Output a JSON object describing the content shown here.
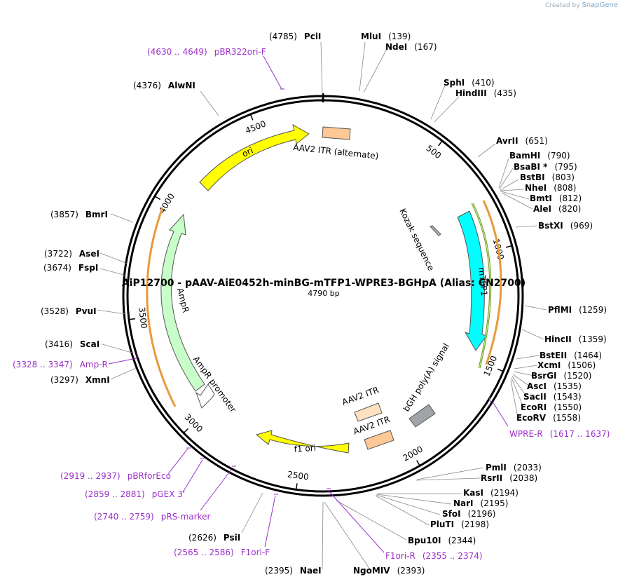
{
  "credit": {
    "prefix": "Created by",
    "brand": "SnapGene"
  },
  "title": "AiP12700 - pAAV-AiE0452h-minBG-mTFP1-WPRE3-BGHpA (Alias: CN2700)",
  "length_label": "4790 bp",
  "total_bp": 4790,
  "ticks": [
    "500",
    "1000",
    "1500",
    "2000",
    "2500",
    "3000",
    "3500",
    "4000",
    "4500"
  ],
  "sites": [
    {
      "name": "PciI",
      "pos": "(4785)",
      "side": "left"
    },
    {
      "name": "MluI",
      "pos": "(139)",
      "side": "right"
    },
    {
      "name": "NdeI",
      "pos": "(167)",
      "side": "right"
    },
    {
      "name": "SphI",
      "pos": "(410)",
      "side": "right"
    },
    {
      "name": "HindIII",
      "pos": "(435)",
      "side": "right"
    },
    {
      "name": "AvrII",
      "pos": "(651)",
      "side": "right"
    },
    {
      "name": "BamHI",
      "pos": "(790)",
      "side": "right"
    },
    {
      "name": "BsaBI *",
      "pos": "(795)",
      "side": "right"
    },
    {
      "name": "BstBI",
      "pos": "(803)",
      "side": "right"
    },
    {
      "name": "NheI",
      "pos": "(808)",
      "side": "right"
    },
    {
      "name": "BmtI",
      "pos": "(812)",
      "side": "right"
    },
    {
      "name": "AleI",
      "pos": "(820)",
      "side": "right"
    },
    {
      "name": "BstXI",
      "pos": "(969)",
      "side": "right"
    },
    {
      "name": "PflMI",
      "pos": "(1259)",
      "side": "right"
    },
    {
      "name": "HincII",
      "pos": "(1359)",
      "side": "right"
    },
    {
      "name": "BstEII",
      "pos": "(1464)",
      "side": "right"
    },
    {
      "name": "XcmI",
      "pos": "(1506)",
      "side": "right"
    },
    {
      "name": "BsrGI",
      "pos": "(1520)",
      "side": "right"
    },
    {
      "name": "AscI",
      "pos": "(1535)",
      "side": "right"
    },
    {
      "name": "SacII",
      "pos": "(1543)",
      "side": "right"
    },
    {
      "name": "EcoRI",
      "pos": "(1550)",
      "side": "right"
    },
    {
      "name": "EcoRV",
      "pos": "(1558)",
      "side": "right"
    },
    {
      "name": "PmlI",
      "pos": "(2033)",
      "side": "right"
    },
    {
      "name": "RsrII",
      "pos": "(2038)",
      "side": "right"
    },
    {
      "name": "KasI",
      "pos": "(2194)",
      "side": "right"
    },
    {
      "name": "NarI",
      "pos": "(2195)",
      "side": "right"
    },
    {
      "name": "SfoI",
      "pos": "(2196)",
      "side": "right"
    },
    {
      "name": "PluTI",
      "pos": "(2198)",
      "side": "right"
    },
    {
      "name": "Bpu10I",
      "pos": "(2344)",
      "side": "right"
    },
    {
      "name": "NgoMIV",
      "pos": "(2393)",
      "side": "right"
    },
    {
      "name": "NaeI",
      "pos": "(2395)",
      "side": "left"
    },
    {
      "name": "PsiI",
      "pos": "(2626)",
      "side": "left"
    },
    {
      "name": "XmnI",
      "pos": "(3297)",
      "side": "left"
    },
    {
      "name": "ScaI",
      "pos": "(3416)",
      "side": "left"
    },
    {
      "name": "PvuI",
      "pos": "(3528)",
      "side": "left"
    },
    {
      "name": "FspI",
      "pos": "(3674)",
      "side": "left"
    },
    {
      "name": "AseI",
      "pos": "(3722)",
      "side": "left"
    },
    {
      "name": "BmrI",
      "pos": "(3857)",
      "side": "left"
    },
    {
      "name": "AlwNI",
      "pos": "(4376)",
      "side": "left"
    }
  ],
  "primers": [
    {
      "name": "pBR322ori-F",
      "range": "(4630 .. 4649)",
      "side": "left"
    },
    {
      "name": "WPRE-R",
      "range": "(1617 .. 1637)",
      "side": "right"
    },
    {
      "name": "F1ori-R",
      "range": "(2355 .. 2374)",
      "side": "right"
    },
    {
      "name": "F1ori-F",
      "range": "(2565 .. 2586)",
      "side": "left"
    },
    {
      "name": "pRS-marker",
      "range": "(2740 .. 2759)",
      "side": "left"
    },
    {
      "name": "pGEX 3'",
      "range": "(2859 .. 2881)",
      "side": "left"
    },
    {
      "name": "pBRforEco",
      "range": "(2919 .. 2937)",
      "side": "left"
    },
    {
      "name": "Amp-R",
      "range": "(3328 .. 3347)",
      "side": "left"
    }
  ],
  "features": [
    {
      "name": "ori",
      "color": "#ffff00"
    },
    {
      "name": "AAV2 ITR (alternate)",
      "color": "#ffc896"
    },
    {
      "name": "Kozak sequence",
      "color": "#b4b4b4"
    },
    {
      "name": "mTFP1",
      "color": "#00ffff"
    },
    {
      "name": "bGH poly(A) signal",
      "color": "#a0a4a8"
    },
    {
      "name": "AAV2 ITR",
      "color": "#ffe0c0"
    },
    {
      "name": "AAV2 ITR",
      "color": "#ffc896"
    },
    {
      "name": "f1 ori",
      "color": "#ffff00"
    },
    {
      "name": "AmpR promoter",
      "color": "#ffffff"
    },
    {
      "name": "AmpR",
      "color": "#c8ffc8"
    }
  ],
  "colors": {
    "primer": "#9b30c8",
    "orf_orange": "#e89a3c",
    "orf_green": "#6a9a1a",
    "backbone": "#000000"
  }
}
